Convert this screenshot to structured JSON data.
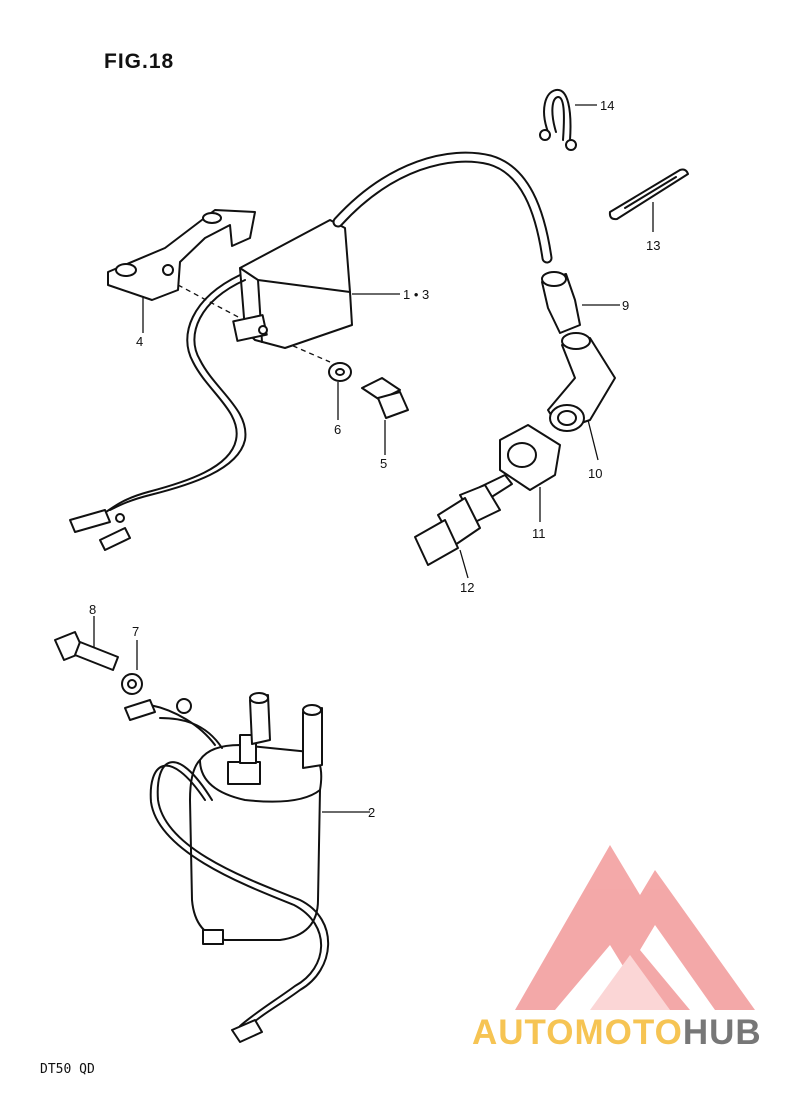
{
  "figure": {
    "title": "FIG.18",
    "model": "DT50 QD"
  },
  "callouts": [
    {
      "id": "p1",
      "label": "1 • 3"
    },
    {
      "id": "p2",
      "label": "2"
    },
    {
      "id": "p4",
      "label": "4"
    },
    {
      "id": "p5",
      "label": "5"
    },
    {
      "id": "p6",
      "label": "6"
    },
    {
      "id": "p7",
      "label": "7"
    },
    {
      "id": "p8",
      "label": "8"
    },
    {
      "id": "p9",
      "label": "9"
    },
    {
      "id": "p10",
      "label": "10"
    },
    {
      "id": "p11",
      "label": "11"
    },
    {
      "id": "p12",
      "label": "12"
    },
    {
      "id": "p13",
      "label": "13"
    },
    {
      "id": "p14",
      "label": "14"
    }
  ],
  "watermark": {
    "part1": "AUTOMOTO",
    "part2": "HUB",
    "logo_color": "#f29a9a",
    "text_color_1": "#f6c453",
    "text_color_2": "#777777"
  }
}
